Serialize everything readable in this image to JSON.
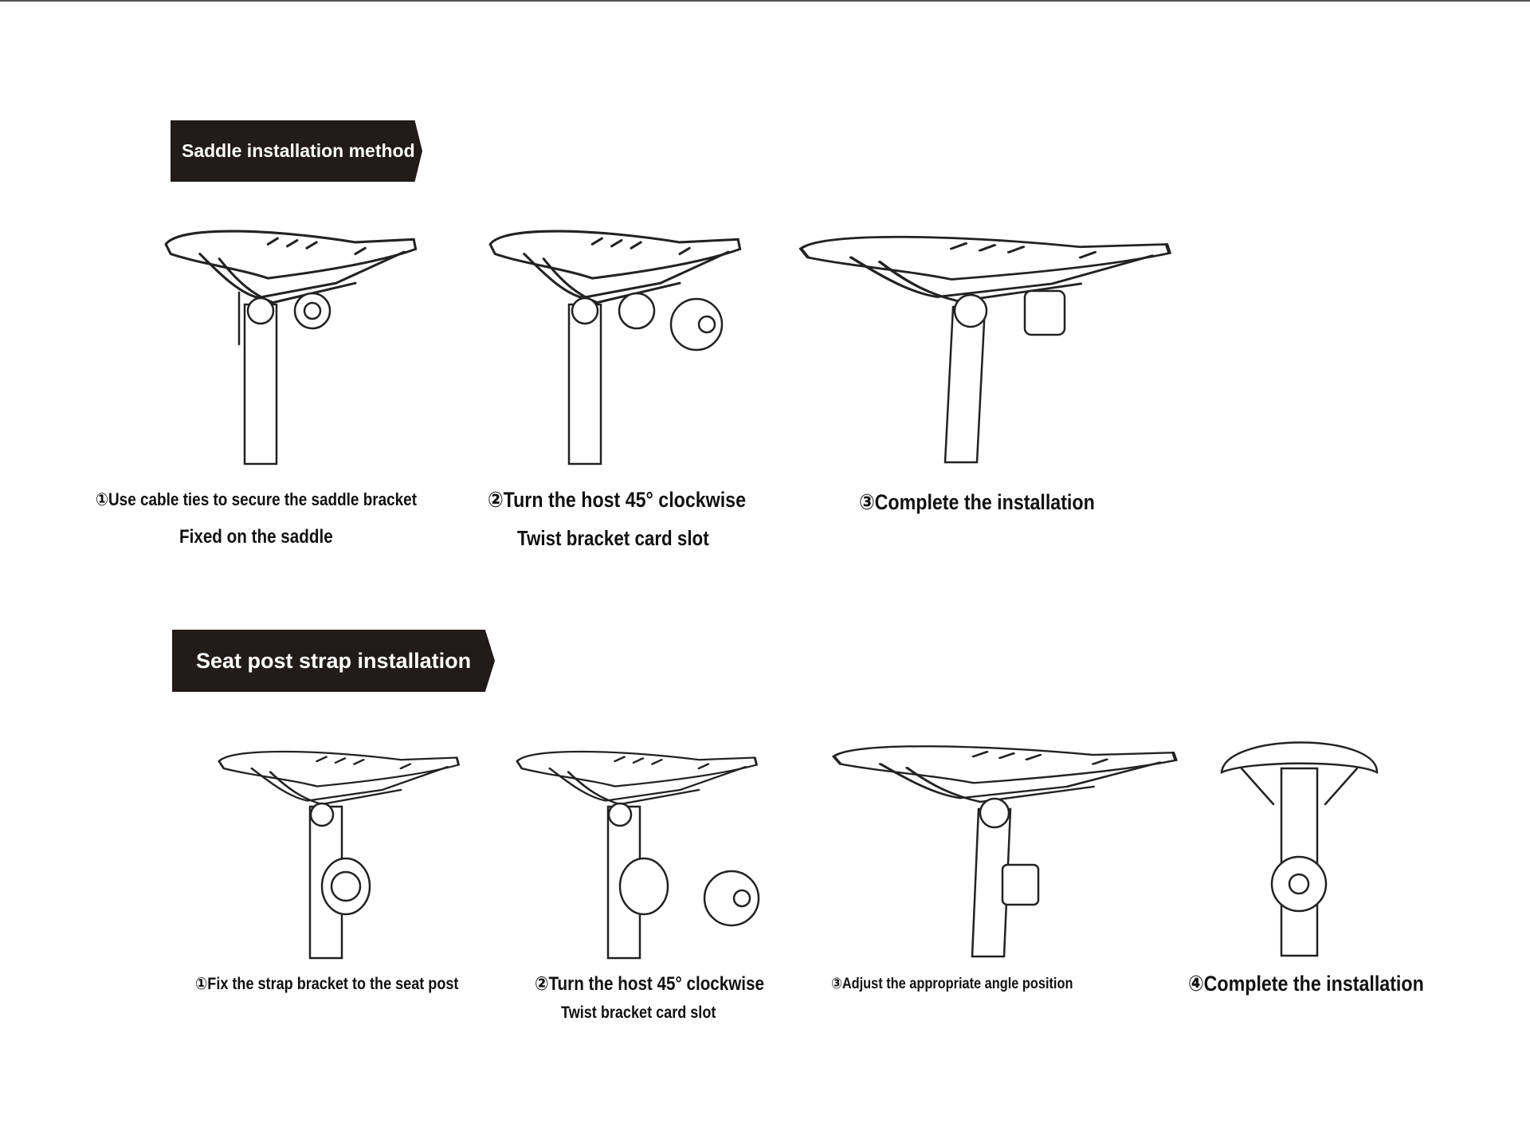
{
  "sections": [
    {
      "title": "Saddle installation method",
      "steps": [
        {
          "lines": [
            "①Use cable ties to secure the saddle bracket",
            "Fixed on the saddle"
          ]
        },
        {
          "lines": [
            "②Turn the host 45°  clockwise",
            "Twist bracket card slot"
          ]
        },
        {
          "lines": [
            "③Complete the installation"
          ]
        }
      ]
    },
    {
      "title": "Seat post strap installation",
      "steps": [
        {
          "lines": [
            "①Fix the strap bracket to the seat post"
          ]
        },
        {
          "lines": [
            "②Turn the host 45°  clockwise",
            "Twist bracket card slot"
          ]
        },
        {
          "lines": [
            "③Adjust the appropriate angle position"
          ]
        },
        {
          "lines": [
            "④Complete the installation"
          ]
        }
      ]
    }
  ]
}
